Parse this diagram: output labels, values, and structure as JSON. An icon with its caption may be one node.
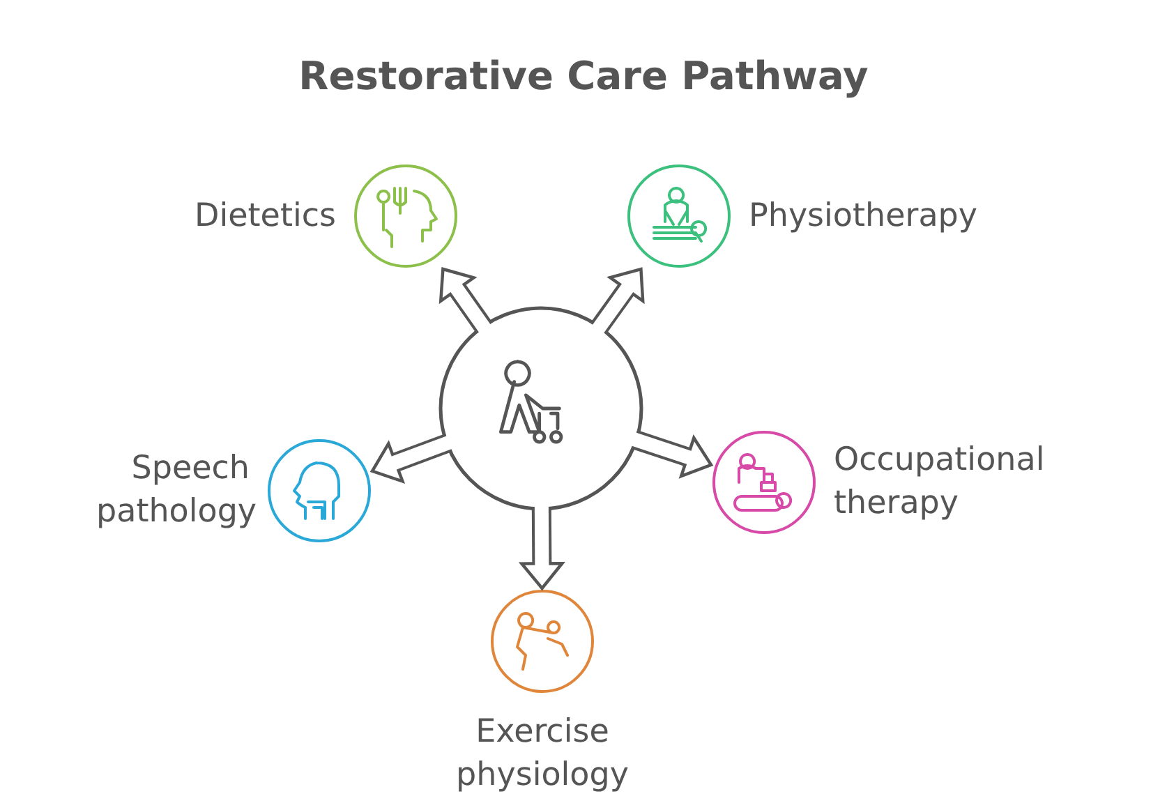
{
  "diagram": {
    "title": "Restorative Care Pathway",
    "nodes": [
      {
        "text": [],
        "shape": "circle"
      },
      {
        "text": [
          "Dietetics"
        ]
      },
      {
        "text": [
          "Physiotherapy"
        ]
      },
      {
        "text": [
          "Speech pathology"
        ]
      },
      {
        "text": [
          "Occupational therapy"
        ]
      },
      {
        "text": [
          "Exercise physiology"
        ]
      }
    ],
    "edges": [
      {
        "from": 0,
        "to": 1,
        "arrow": "to"
      },
      {
        "from": 0,
        "to": 2,
        "arrow": "to"
      },
      {
        "from": 0,
        "to": 3,
        "arrow": "to"
      },
      {
        "from": 0,
        "to": 4,
        "arrow": "to"
      },
      {
        "from": 0,
        "to": 5,
        "arrow": "to"
      }
    ]
  }
}
